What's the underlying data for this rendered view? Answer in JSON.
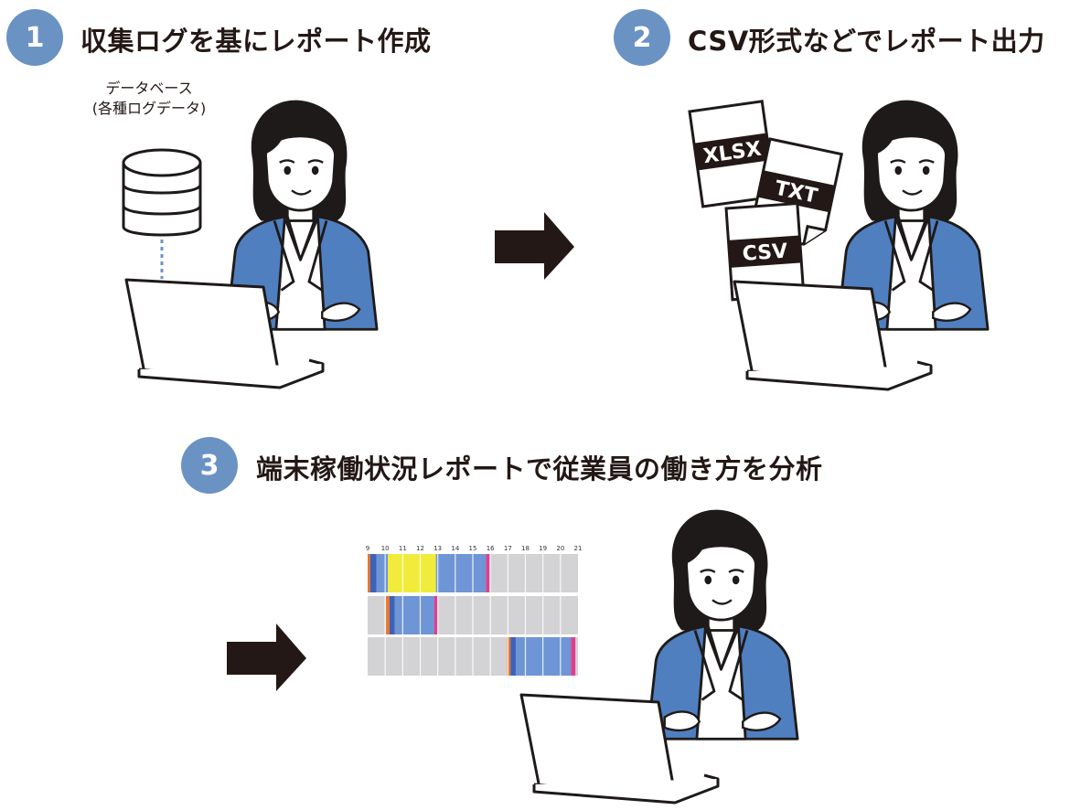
{
  "steps": [
    {
      "number": "1",
      "title": "収集ログを基にレポート作成"
    },
    {
      "number": "2",
      "title": "CSV形式などでレポート出力"
    },
    {
      "number": "3",
      "title": "端末稼働状況レポートで従業員の働き方を分析"
    }
  ],
  "database": {
    "label_line1": "データベース",
    "label_line2": "(各種ログデータ)"
  },
  "documents": {
    "xlsx": "XLSX",
    "txt": "TXT",
    "csv": "CSV"
  },
  "colors": {
    "accent": "#6a93c4",
    "jacket": "#4f7fbf",
    "hair": "#1e1a19",
    "arrow": "#231815"
  },
  "icons": [
    "database-icon",
    "arrow-right-icon",
    "document-icon",
    "laptop-icon",
    "person-icon"
  ],
  "chart_data": {
    "type": "timeline",
    "x_ticks": [
      "9",
      "10",
      "11",
      "12",
      "13",
      "14",
      "15",
      "16",
      "17",
      "18",
      "19",
      "20",
      "21"
    ],
    "rows": [
      {
        "segments": [
          {
            "start": 9.0,
            "end": 9.15,
            "color": "#e8772e"
          },
          {
            "start": 9.15,
            "end": 9.5,
            "color": "#3d62b8"
          },
          {
            "start": 9.5,
            "end": 10.15,
            "color": "#6e95d6"
          },
          {
            "start": 10.15,
            "end": 12.9,
            "color": "#f1ec3b"
          },
          {
            "start": 12.9,
            "end": 15.75,
            "color": "#6e95d6"
          },
          {
            "start": 15.75,
            "end": 15.95,
            "color": "#e33d8e"
          }
        ]
      },
      {
        "segments": [
          {
            "start": 10.05,
            "end": 10.25,
            "color": "#e8772e"
          },
          {
            "start": 10.25,
            "end": 10.55,
            "color": "#3d62b8"
          },
          {
            "start": 10.55,
            "end": 12.8,
            "color": "#6e95d6"
          },
          {
            "start": 12.8,
            "end": 13.0,
            "color": "#e33d8e"
          }
        ]
      },
      {
        "segments": [
          {
            "start": 16.95,
            "end": 17.15,
            "color": "#e8772e"
          },
          {
            "start": 17.15,
            "end": 17.45,
            "color": "#3d62b8"
          },
          {
            "start": 17.45,
            "end": 20.6,
            "color": "#6e95d6"
          },
          {
            "start": 20.6,
            "end": 20.85,
            "color": "#e33d8e"
          }
        ]
      }
    ]
  }
}
